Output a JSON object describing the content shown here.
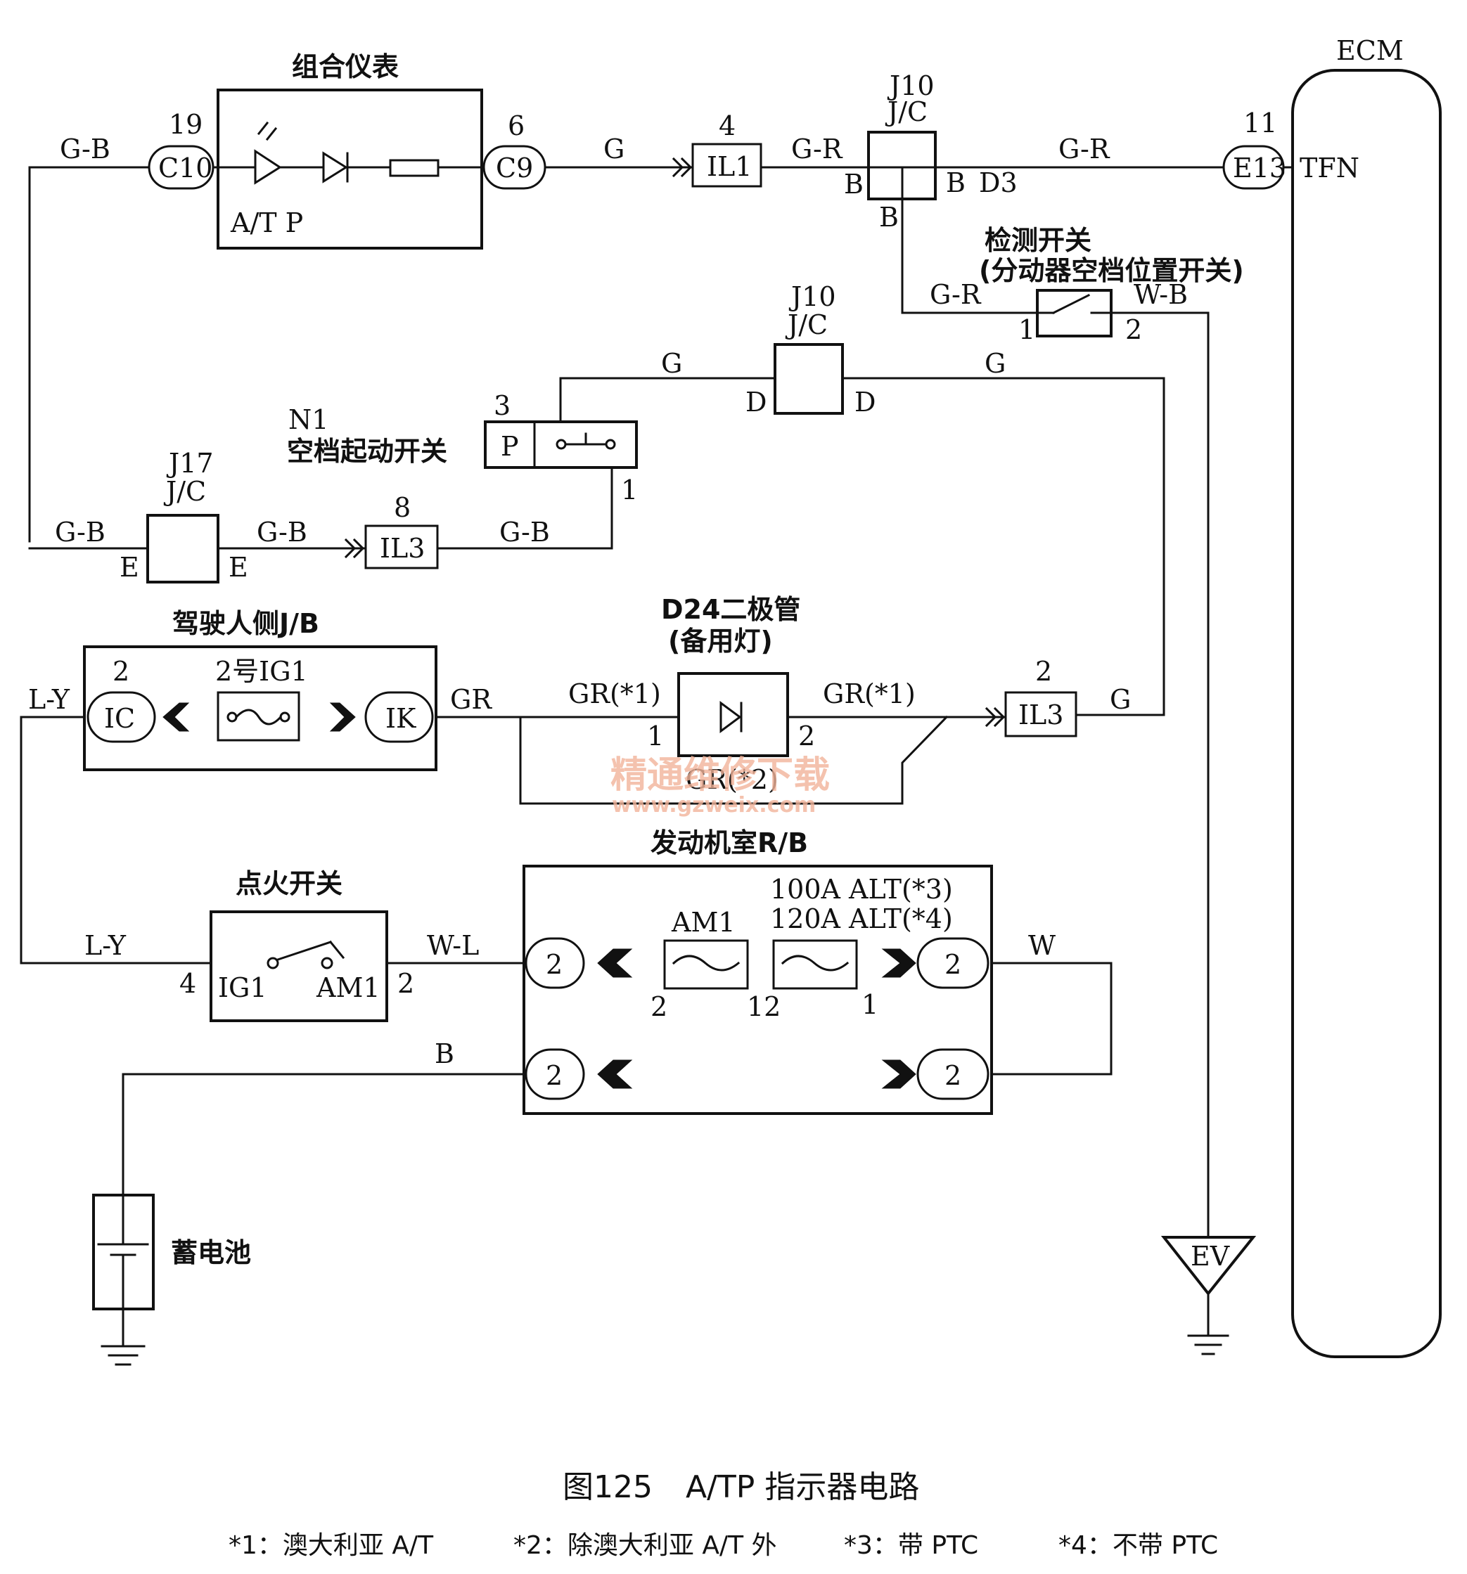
{
  "components": {
    "combination_meter": {
      "title": "组合仪表",
      "indicator": "A/T P",
      "pin_left": "19",
      "conn_left": "C10",
      "pin_right": "6",
      "conn_right": "C9"
    },
    "jc_j10_top": {
      "id": "J10",
      "type": "J/C",
      "pin_left": "B",
      "pin_right": "B",
      "pin_bottom": "B",
      "pin_right_label": "D3"
    },
    "ecm": {
      "title": "ECM",
      "pin_no": "11",
      "conn": "E13",
      "terminal": "TFN"
    },
    "conn_il1": {
      "name": "IL1",
      "pin": "4"
    },
    "detection_switch": {
      "title": "检测开关",
      "subtitle": "(分动器空档位置开关)",
      "pin_left": "1",
      "pin_right": "2"
    },
    "jc_j10_mid": {
      "id": "J10",
      "type": "J/C",
      "pin_left": "D",
      "pin_right": "D"
    },
    "neutral_switch": {
      "id": "N1",
      "title": "空档起动开关",
      "position": "P",
      "pin_top": "3",
      "pin_bottom": "1"
    },
    "jc_j17": {
      "id": "J17",
      "type": "J/C",
      "pin_left": "E",
      "pin_right": "E"
    },
    "conn_il3_top": {
      "name": "IL3",
      "pin": "8"
    },
    "driver_jb": {
      "title": "驾驶人侧J/B",
      "fuse": "2号IG1",
      "pin": "2",
      "conn_left": "IC",
      "conn_right": "IK"
    },
    "diode": {
      "title": "D24二极管",
      "subtitle": "(备用灯)",
      "pin_left": "1",
      "pin_right": "2"
    },
    "conn_il3_bottom": {
      "name": "IL3",
      "pin": "2"
    },
    "engine_rb": {
      "title": "发动机室R/B",
      "fuse_am1": "AM1",
      "fuse_alt_1": "100A ALT(*3)",
      "fuse_alt_2": "120A ALT(*4)",
      "conn_pin": "2",
      "pin_a": "2",
      "pin_b": "12",
      "pin_c": "1"
    },
    "ignition_switch": {
      "title": "点火开关",
      "term_left": "IG1",
      "term_right": "AM1",
      "pin_left": "4",
      "pin_right": "2"
    },
    "battery": {
      "title": "蓄电池"
    },
    "ground_ev": {
      "label": "EV"
    }
  },
  "wire_labels": {
    "gb_top": "G-B",
    "g_c9": "G",
    "gr_il1": "G-R",
    "gr_e13": "G-R",
    "gr_switch": "G-R",
    "wb_switch": "W-B",
    "g_mid_left": "G",
    "g_mid_right": "G",
    "gb_left": "G-B",
    "gb_mid": "G-B",
    "gb_il3": "G-B",
    "ly_jb": "L-Y",
    "gr_jb": "GR",
    "gr1_left": "GR(*1)",
    "gr1_right": "GR(*1)",
    "gr2": "GR(*2)",
    "g_il3": "G",
    "ly_ign": "L-Y",
    "wl_ign": "W-L",
    "w_rb": "W",
    "b_rb": "B"
  },
  "watermark": {
    "line1": "精通维修下载",
    "line2": "www.gzweix.com"
  },
  "caption": {
    "figure": "图125",
    "title": "A/TP 指示器电路"
  },
  "footnotes": [
    "*1：澳大利亚 A/T",
    "*2：除澳大利亚 A/T 外",
    "*3：带 PTC",
    "*4：不带 PTC"
  ]
}
